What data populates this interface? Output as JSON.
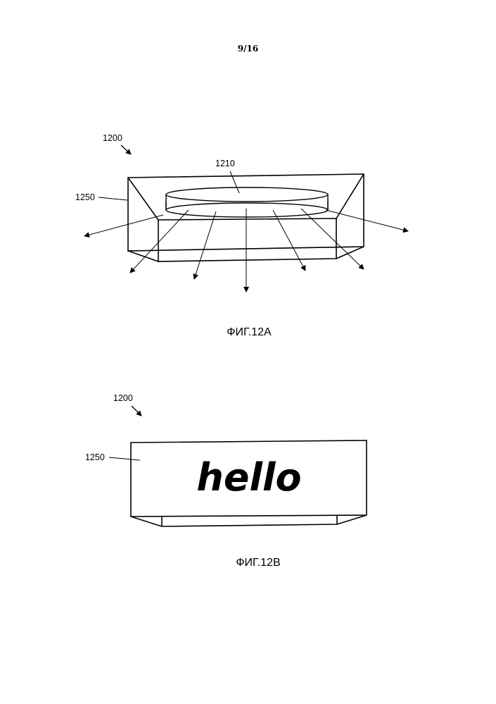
{
  "page": {
    "number": "9/16"
  },
  "figure_a": {
    "caption": "ФИГ.12А",
    "ref_device": "1200",
    "ref_disc": "1210",
    "ref_housing": "1250"
  },
  "figure_b": {
    "caption": "ФИГ.12В",
    "ref_device": "1200",
    "ref_housing": "1250",
    "display_text": "hello"
  }
}
